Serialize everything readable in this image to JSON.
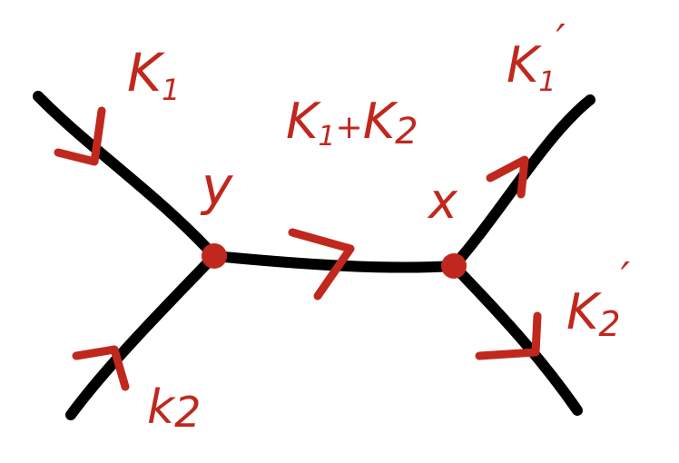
{
  "colors": {
    "line": "#000000",
    "ink": "#c0281e",
    "background": "#ffffff"
  },
  "labels": {
    "k1": "K",
    "k1_sub": "1",
    "k2": "k",
    "k2_sub": "2",
    "k1_prime": "K",
    "k1_prime_sub": "1",
    "k1_prime_mark": "′",
    "k2_prime": "K",
    "k2_prime_sub": "2",
    "k2_prime_mark": "′",
    "internal_a": "K",
    "internal_a_sub": "1",
    "internal_plus": "+",
    "internal_b": "K",
    "internal_b_sub": "2",
    "vertex_y": "y",
    "vertex_x": "x"
  }
}
